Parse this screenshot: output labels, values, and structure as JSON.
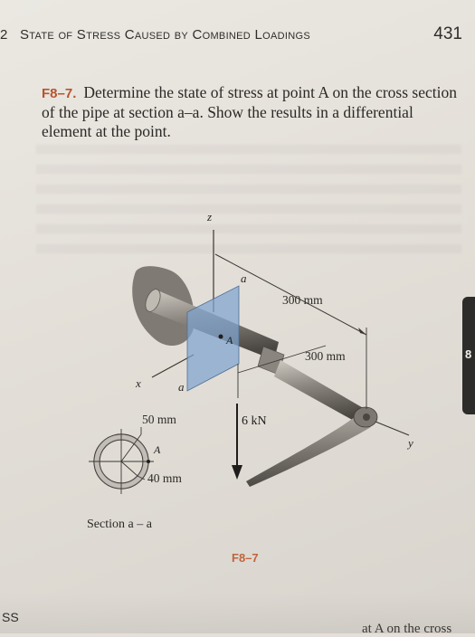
{
  "header": {
    "chapter_fragment": "2",
    "title": "State of Stress Caused by Combined Loadings",
    "page_number": "431"
  },
  "problem": {
    "number": "F8–7.",
    "text": "Determine the state of stress at point A on the cross section of the pipe at section a–a. Show the results in a differential element at the point."
  },
  "figure": {
    "label_z": "z",
    "label_x": "x",
    "label_y": "y",
    "label_a_top": "a",
    "label_a_bottom": "a",
    "label_A": "A",
    "dim_300_top": "300 mm",
    "dim_300_mid": "300 mm",
    "force": "6 kN",
    "section_outer": "50 mm",
    "section_A": "A",
    "section_inner": "40 mm",
    "section_caption": "Section a – a",
    "fig_number": "F8–7"
  },
  "side_tab": {
    "label": "8"
  },
  "next_page": {
    "margin_fragment": "SS",
    "text_fragment": "at A on the cross"
  },
  "colors": {
    "problem_number": "#b8532e",
    "figure_number": "#c0643c",
    "section_plane": "#7ea4cf"
  }
}
